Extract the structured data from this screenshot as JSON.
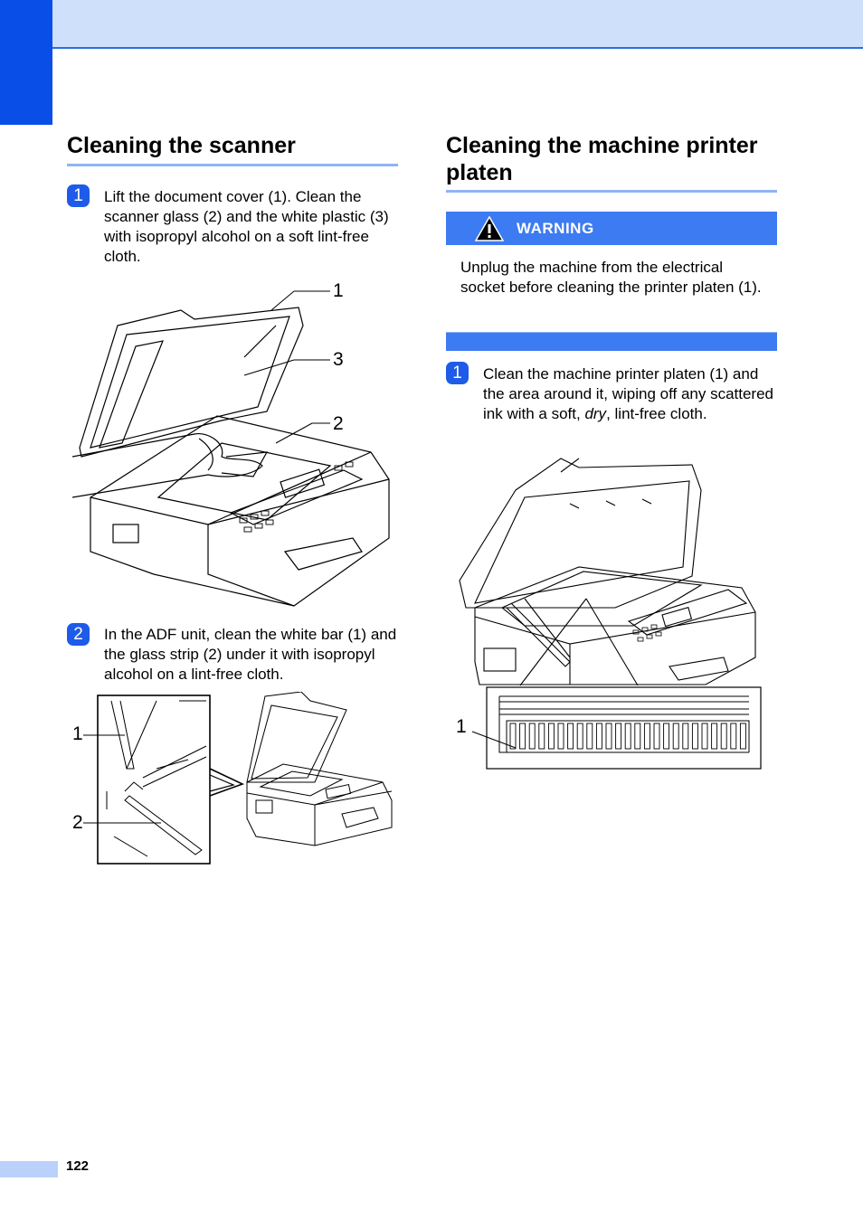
{
  "left_section": {
    "title": "Cleaning the scanner",
    "steps": [
      {
        "num": "1",
        "text": "Lift the document cover (1). Clean the scanner glass (2) and the white plastic (3) with isopropyl alcohol on a soft lint-free cloth."
      },
      {
        "num": "2",
        "text": "In the ADF unit, clean the white bar (1) and the glass strip (2) under it with isopropyl alcohol on a lint-free cloth."
      }
    ],
    "figure1_callouts": [
      "1",
      "3",
      "2"
    ],
    "figure2_callouts": [
      "1",
      "2"
    ]
  },
  "right_section": {
    "title": "Cleaning the machine printer platen",
    "warning": {
      "label": "WARNING",
      "text": "Unplug the machine from the electrical socket before cleaning the printer platen (1)."
    },
    "steps": [
      {
        "num": "1",
        "text_before": "Clean the machine printer platen (1) and the area around it, wiping off any scattered ink with a soft, ",
        "text_italic": "dry",
        "text_after": ", lint-free cloth."
      }
    ],
    "figure_callouts": [
      "1"
    ]
  },
  "footer": {
    "page_number": "122"
  },
  "colors": {
    "accent": "#0a4ee8",
    "band": "#cfe0fb",
    "warning": "#3d7bf2",
    "rule": "#8fb4f5"
  }
}
